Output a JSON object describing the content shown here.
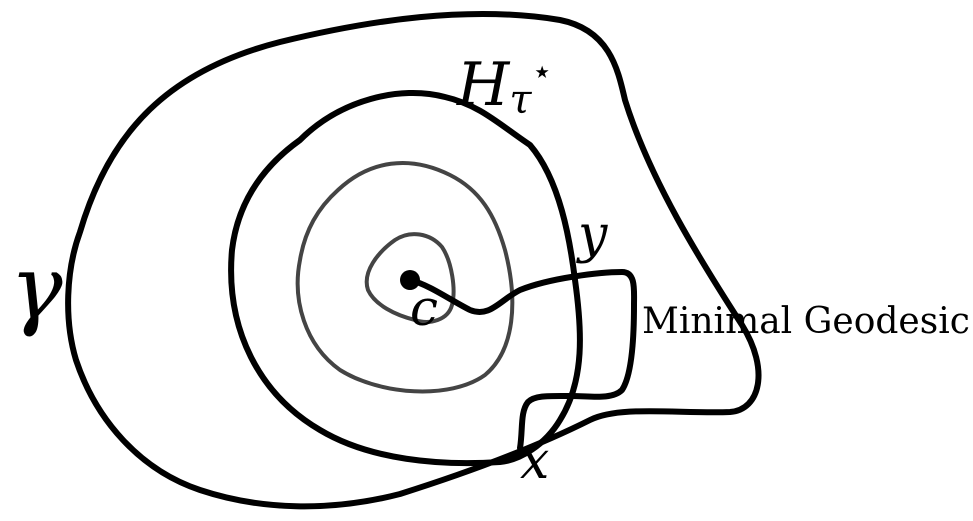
{
  "labels": {
    "gamma": "γ",
    "h_main": "H",
    "h_sub": "τ",
    "h_sup": "⋆",
    "y": "y",
    "x": "x",
    "c": "c",
    "geodesic": "Minimal Geodesic"
  },
  "colors": {
    "stroke": "#000000",
    "inner_contours": "#444444",
    "background": "#ffffff"
  }
}
